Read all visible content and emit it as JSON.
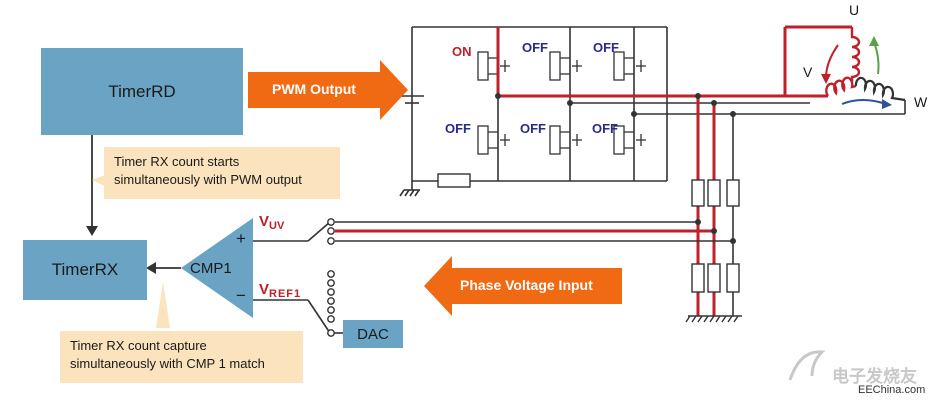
{
  "blocks": {
    "timer_rd": "TimerRD",
    "timer_rx": "TimerRX",
    "cmp": "CMP1",
    "dac": "DAC"
  },
  "arrows": {
    "pwm_output": "PWM Output",
    "phase_voltage_input": "Phase Voltage Input"
  },
  "notes": {
    "start_line1": "Timer RX count starts",
    "start_line2": "simultaneously with PWM output",
    "capture_line1": "Timer RX count capture",
    "capture_line2": "simultaneously with CMP 1 match"
  },
  "comparator": {
    "plus": "+",
    "minus": "−",
    "vuv_main": "V",
    "vuv_sub": "UV",
    "vref_main": "V",
    "vref_sub": "REF1"
  },
  "switches": {
    "top_left": "ON",
    "top_mid": "OFF",
    "top_right": "OFF",
    "bottom_left": "OFF",
    "bottom_mid": "OFF",
    "bottom_right": "OFF"
  },
  "motor": {
    "u": "U",
    "v": "V",
    "w": "W"
  },
  "watermark": {
    "logo": "电子发烧友",
    "site": "EEChina.com"
  },
  "colors": {
    "block_blue": "#6aa3c3",
    "arrow_orange": "#f06a14",
    "note_bg": "#fae3bd",
    "active_red": "#c0202a",
    "label_blue": "#2a2a8a"
  }
}
